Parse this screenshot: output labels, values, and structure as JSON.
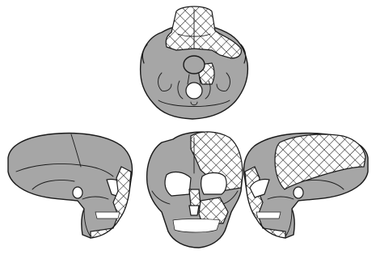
{
  "colors": {
    "bone": "#a6a6a6",
    "outline": "#1a1a1a",
    "hatch_fill": "#ffffff",
    "background": "#ffffff"
  },
  "views": [
    {
      "view": "inferior",
      "shaded_regions": [
        "palate",
        "zygomatic-arch-left"
      ]
    },
    {
      "view": "lateral-right",
      "shaded_regions": [
        "maxilla-mandible-front"
      ]
    },
    {
      "view": "anterior",
      "shaded_regions": [
        "frontal-parietal-left",
        "nasal",
        "maxilla-left"
      ]
    },
    {
      "view": "lateral-left",
      "shaded_regions": [
        "parietal",
        "face-front"
      ]
    }
  ]
}
